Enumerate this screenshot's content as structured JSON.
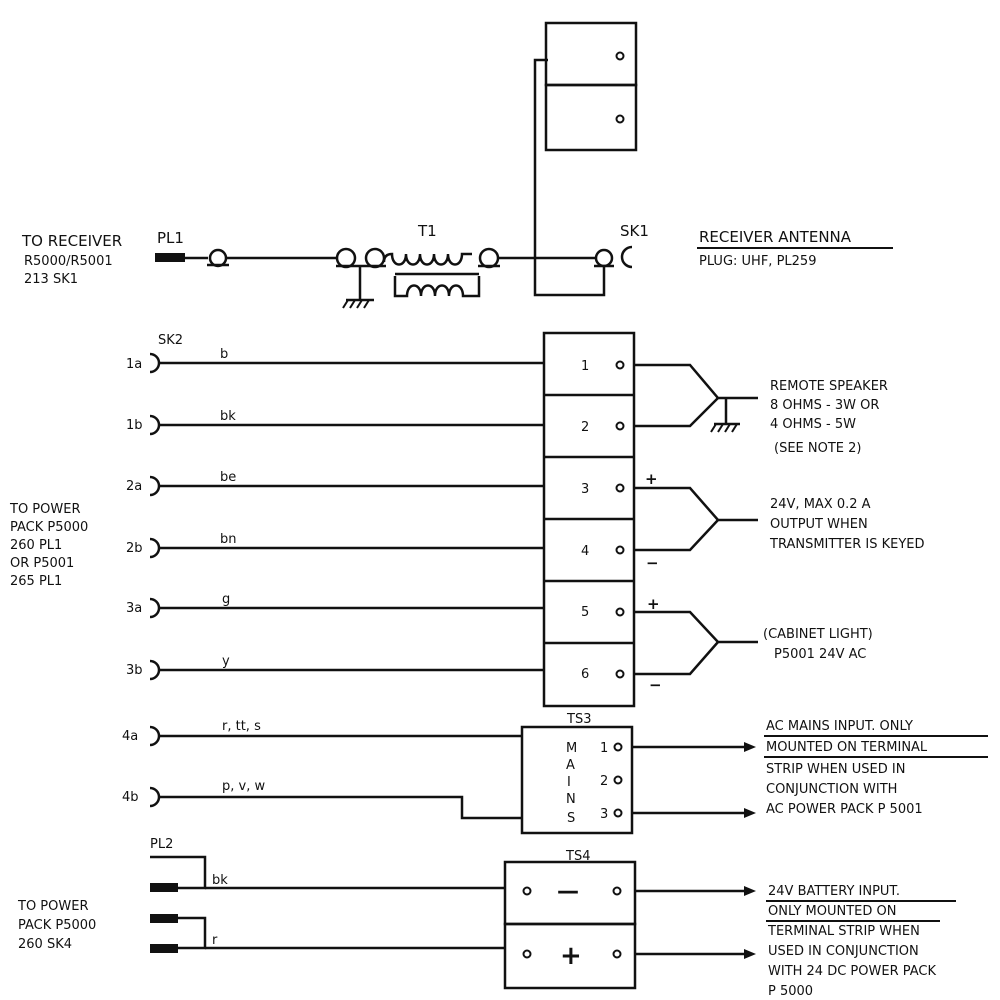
{
  "receiver_section": {
    "to_receiver": [
      "TO RECEIVER",
      "R5000/R5001",
      "213 SK1"
    ],
    "pl1": "PL1",
    "t1": "T1",
    "sk1": "SK1",
    "antenna_title": "RECEIVER ANTENNA",
    "antenna_plug": "PLUG: UHF, PL259"
  },
  "sk2_section": {
    "sk2": "SK2",
    "to_power_pack": [
      "TO POWER",
      "PACK P5000",
      "260 PL1",
      "OR P5001",
      "265 PL1"
    ],
    "pins": [
      {
        "pin": "1a",
        "wire": "b",
        "terminal": "1"
      },
      {
        "pin": "1b",
        "wire": "bk",
        "terminal": "2"
      },
      {
        "pin": "2a",
        "wire": "be",
        "terminal": "3"
      },
      {
        "pin": "2b",
        "wire": "bn",
        "terminal": "4"
      },
      {
        "pin": "3a",
        "wire": "g",
        "terminal": "5"
      },
      {
        "pin": "3b",
        "wire": "y",
        "terminal": "6"
      }
    ],
    "speaker": [
      "REMOTE SPEAKER",
      "8 OHMS - 3W  OR",
      "4 OHMS - 5W",
      "(SEE  NOTE  2)"
    ],
    "output": [
      "24V, MAX 0.2 A",
      "OUTPUT WHEN",
      "TRANSMITTER IS KEYED"
    ],
    "cabinet": [
      "(CABINET LIGHT)",
      "P5001  24V AC"
    ],
    "plus": "+",
    "minus": "−"
  },
  "mains_section": {
    "ts3": "TS3",
    "mains_letters": [
      "M",
      "A",
      "I",
      "N",
      "S"
    ],
    "terminals": [
      "1",
      "2",
      "3"
    ],
    "pins": [
      {
        "pin": "4a",
        "wire": "r, tt, s"
      },
      {
        "pin": "4b",
        "wire": "p, v, w"
      }
    ],
    "note": [
      "AC MAINS INPUT. ONLY",
      "MOUNTED ON TERMINAL",
      "STRIP WHEN USED IN",
      "CONJUNCTION  WITH",
      "AC POWER PACK  P 5001"
    ]
  },
  "battery_section": {
    "pl2": "PL2",
    "ts4": "TS4",
    "wires": [
      "bk",
      "r"
    ],
    "to_power_pack": [
      "TO POWER",
      "PACK P5000",
      "260 SK4"
    ],
    "minus": "—",
    "plus": "+",
    "note": [
      "24V BATTERY INPUT.",
      "ONLY MOUNTED ON",
      "TERMINAL STRIP WHEN",
      "USED IN CONJUNCTION",
      "WITH  24 DC POWER PACK",
      "P 5000"
    ]
  }
}
